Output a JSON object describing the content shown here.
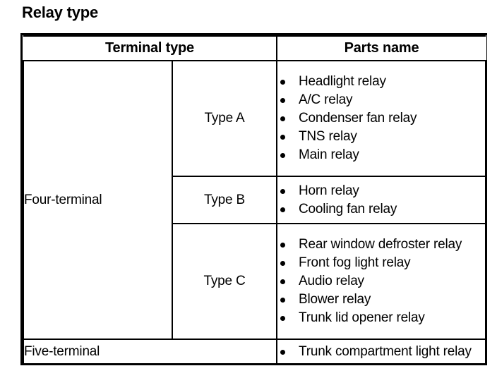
{
  "document": {
    "title": "Relay type"
  },
  "table": {
    "headers": {
      "terminal_type": "Terminal type",
      "parts_name": "Parts name"
    },
    "rows": [
      {
        "terminal": "Four-terminal",
        "type": "Type A",
        "parts": [
          "Headlight relay",
          "A/C relay",
          "Condenser fan relay",
          "TNS relay",
          "Main relay"
        ]
      },
      {
        "terminal": "",
        "type": "Type B",
        "parts": [
          "Horn relay",
          "Cooling fan relay"
        ]
      },
      {
        "terminal": "",
        "type": "Type C",
        "parts": [
          "Rear window defroster relay",
          "Front fog light relay",
          "Audio relay",
          "Blower relay",
          "Trunk lid opener relay"
        ]
      },
      {
        "terminal": "Five-terminal",
        "type": "",
        "parts": [
          "Trunk compartment light relay"
        ]
      }
    ]
  },
  "colors": {
    "ink": "#000000",
    "paper": "#ffffff"
  },
  "icons": {
    "bullet": "bullet-dot-icon"
  }
}
